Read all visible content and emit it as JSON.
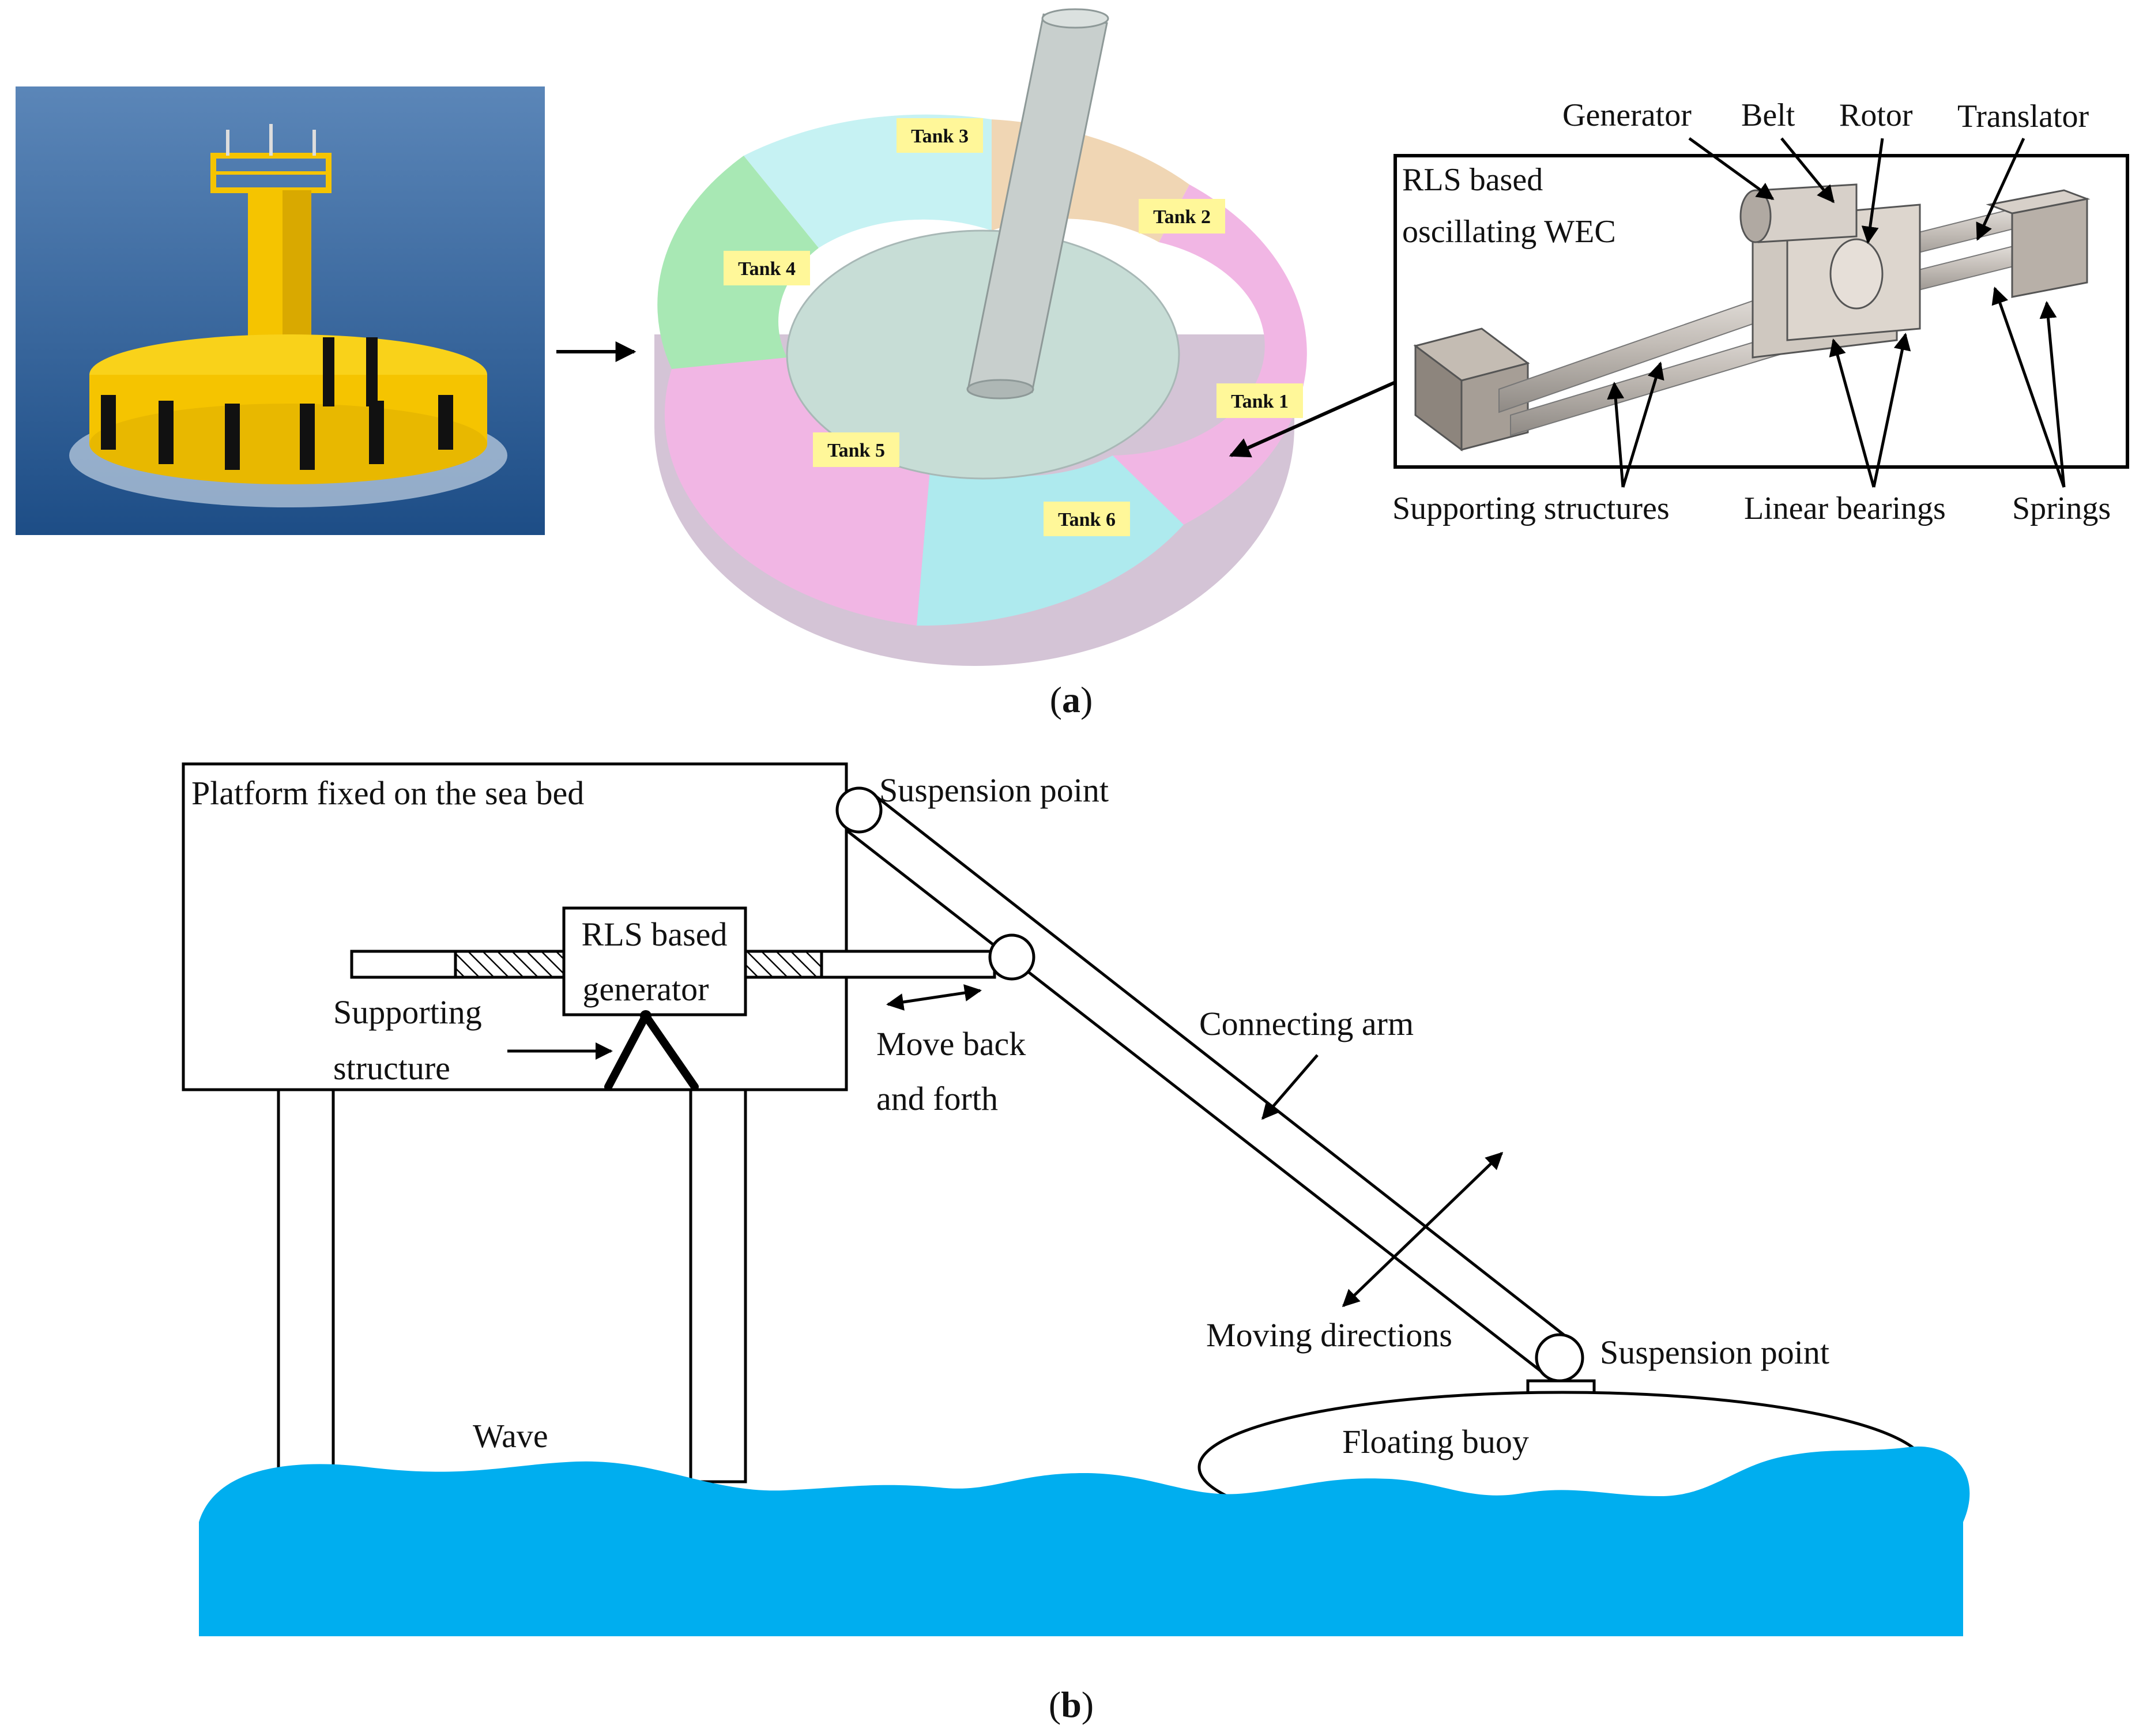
{
  "panel_a": {
    "caption_open": "(",
    "caption_letter": "a",
    "caption_close": ")",
    "tanks": [
      "Tank 1",
      "Tank 2",
      "Tank 3",
      "Tank 4",
      "Tank 5",
      "Tank 6"
    ],
    "tank_colors": {
      "tank1": "#f1b6e4",
      "tank2": "#f0d6b4",
      "tank3": "#c6f2f3",
      "tank4": "#a8e8b4",
      "tank5": "#f1b6e4",
      "tank6": "#aeeaee"
    },
    "tank_label_bg": "#fff799",
    "buoy_photo": {
      "sea_color": "#2a5d99",
      "buoy_color": "#f5c400"
    },
    "wec": {
      "title_line1": "RLS based",
      "title_line2": "oscillating WEC",
      "labels": {
        "generator": "Generator",
        "belt": "Belt",
        "rotor": "Rotor",
        "translator": "Translator",
        "supporting_structures": "Supporting structures",
        "linear_bearings": "Linear bearings",
        "springs": "Springs"
      }
    }
  },
  "panel_b": {
    "caption_open": "(",
    "caption_letter": "b",
    "caption_close": ")",
    "platform_label": "Platform fixed on the sea bed",
    "generator_line1": "RLS based",
    "generator_line2": "generator",
    "supporting_line1": "Supporting",
    "supporting_line2": "structure",
    "move_line1": "Move back",
    "move_line2": "and forth",
    "suspension_top": "Suspension point",
    "suspension_bottom": "Suspension point",
    "connecting_arm": "Connecting arm",
    "moving_directions": "Moving directions",
    "floating_buoy": "Floating buoy",
    "wave": "Wave",
    "water_color": "#00aeef"
  }
}
